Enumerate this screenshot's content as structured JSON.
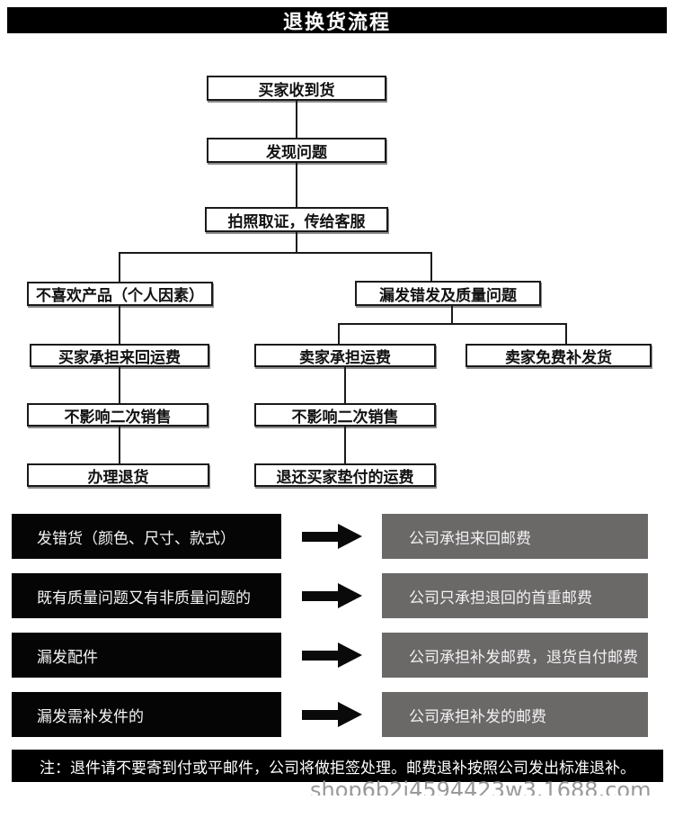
{
  "header": {
    "title": "退换货流程"
  },
  "flow": {
    "receive": "买家收到货",
    "find_problem": "发现问题",
    "photo_evidence": "拍照取证，传给客服",
    "dislike_personal": "不喜欢产品（个人因素）",
    "wrong_or_quality": "漏发错发及质量问题",
    "buyer_pays_freight": "买家承担来回运费",
    "seller_pays_freight": "卖家承担运费",
    "seller_free_reship": "卖家免费补发货",
    "no_resale_impact_left": "不影响二次销售",
    "no_resale_impact_right": "不影响二次销售",
    "process_return": "办理退货",
    "refund_advanced_freight": "退还买家垫付的运费"
  },
  "policies": [
    {
      "condition": "发错货（颜色、尺寸、款式）",
      "result": "公司承担来回邮费"
    },
    {
      "condition": "既有质量问题又有非质量问题的",
      "result": "公司只承担退回的首重邮费"
    },
    {
      "condition": "漏发配件",
      "result": "公司承担补发邮费，退货自付邮费"
    },
    {
      "condition": "漏发需补发件的",
      "result": "公司承担补发的邮费"
    }
  ],
  "note": "注：退件请不要寄到付或平邮件，公司将做拒签处理。邮费退补按照公司发出标准退补。",
  "watermark": "shop6b2i4594423w3.1688.com",
  "colors": {
    "banner_bg": "#000000",
    "box_border": "#1a1a1a",
    "policy_black_bg": "#050505",
    "policy_gray_bg": "#6b6868"
  }
}
